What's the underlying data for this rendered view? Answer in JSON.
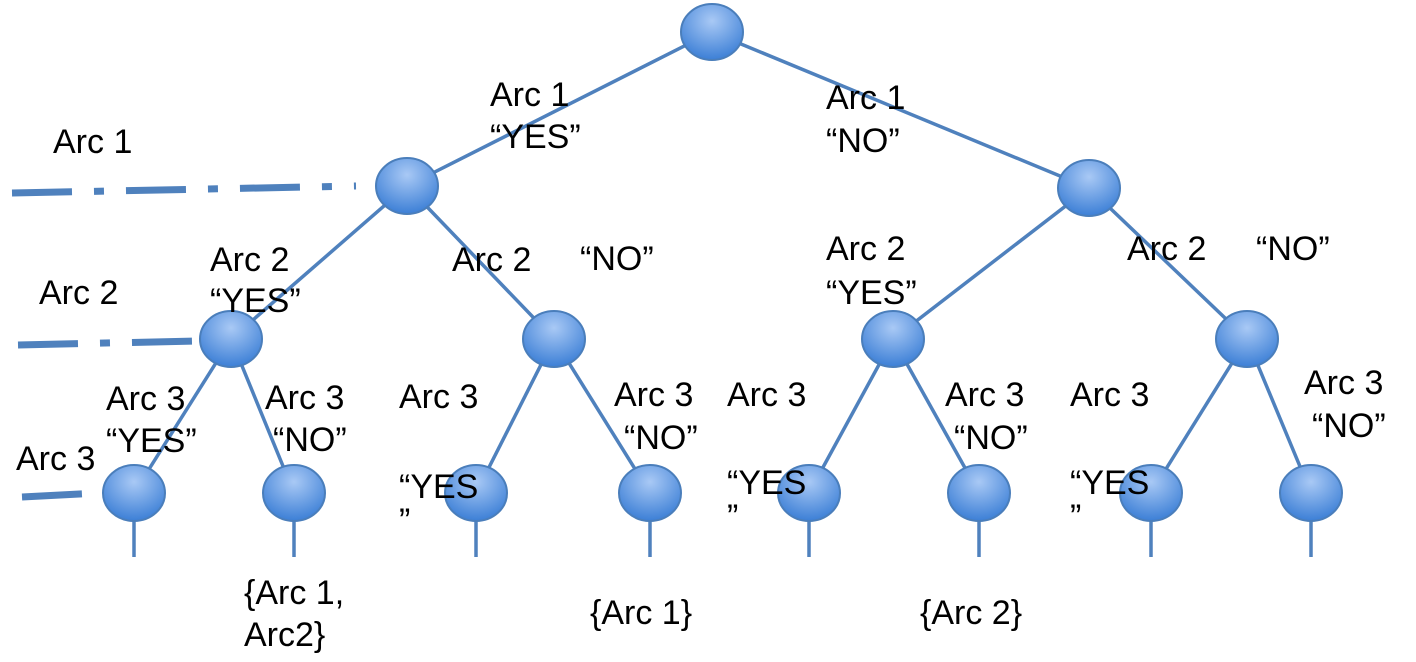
{
  "colors": {
    "edge": "#4f81bd",
    "node_fill_top": "#a9c9f5",
    "node_fill_bottom": "#3c7fd6",
    "node_stroke": "#4a7ebb",
    "text": "#000000"
  },
  "level_labels": [
    "Arc 1",
    "Arc 2",
    "Arc 3"
  ],
  "edge_labels": {
    "root_left_line1": "Arc 1",
    "root_left_line2": "“YES”",
    "root_right_line1": "Arc 1",
    "root_right_line2": "“NO”",
    "l2_ll_line1": "Arc 2",
    "l2_ll_line2": "“YES”",
    "l2_lr_arc": "Arc 2",
    "l2_lr_no": "“NO”",
    "l2_rl_line1": "Arc 2",
    "l2_rl_line2": "“YES”",
    "l2_rr_arc": "Arc 2",
    "l2_rr_no": "“NO”",
    "l3_1_line1": "Arc 3",
    "l3_1_line2": "“YES”",
    "l3_2_line1": "Arc 3",
    "l3_2_line2": "“NO”",
    "l3_3_line1": "Arc 3",
    "l3_3_line2": "“YES",
    "l3_3_line3": "”",
    "l3_4_line1": "Arc 3",
    "l3_4_line2": "“NO”",
    "l3_5_line1": "Arc 3",
    "l3_5_line2": "“YES",
    "l3_5_line3": "”",
    "l3_6_line1": "Arc 3",
    "l3_6_line2": "“NO”",
    "l3_7_line1": "Arc 3",
    "l3_7_line2": "“YES",
    "l3_7_line3": "”",
    "l3_8_line1": "Arc 3",
    "l3_8_line2": "“NO”"
  },
  "results": {
    "r1_line1": "{Arc 1,",
    "r1_line2": "Arc2}",
    "r2": "{Arc 1}",
    "r3": "{Arc 2}"
  }
}
